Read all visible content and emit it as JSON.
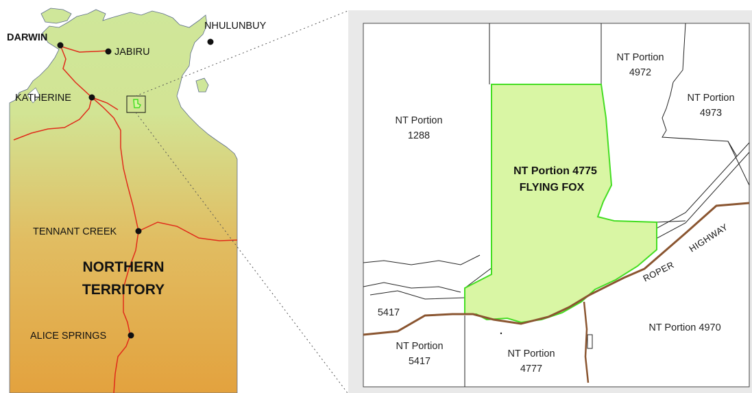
{
  "overview_map": {
    "region_label": [
      "NORTHERN",
      "TERRITORY"
    ],
    "towns": [
      {
        "name": "DARWIN",
        "bold": true
      },
      {
        "name": "JABIRU",
        "bold": false
      },
      {
        "name": "NHULUNBUY",
        "bold": false
      },
      {
        "name": "KATHERINE",
        "bold": false
      },
      {
        "name": "TENNANT CREEK",
        "bold": false
      },
      {
        "name": "ALICE SPRINGS",
        "bold": false
      }
    ],
    "colors": {
      "land_top": "#cfe79a",
      "land_bottom": "#e2a640",
      "roads": "#e02a1a",
      "water": "#ffffff"
    }
  },
  "detail_map": {
    "feature": {
      "name": "NT Portion 4775",
      "subtitle": "FLYING FOX",
      "fill": "#d9f6a4",
      "outline": "#44dd22"
    },
    "parcels": [
      {
        "line1": "NT Portion",
        "line2": "4972"
      },
      {
        "line1": "NT Portion",
        "line2": "4973"
      },
      {
        "line1": "NT Portion",
        "line2": "1288"
      },
      {
        "line1": "5417",
        "line2": ""
      },
      {
        "line1": "NT Portion",
        "line2": "5417"
      },
      {
        "line1": "NT Portion",
        "line2": "4777"
      },
      {
        "line1": "NT Portion 4970",
        "line2": ""
      }
    ],
    "road": {
      "words": [
        "ROPER",
        "HIGHWAY"
      ],
      "color": "#8a5530"
    }
  }
}
